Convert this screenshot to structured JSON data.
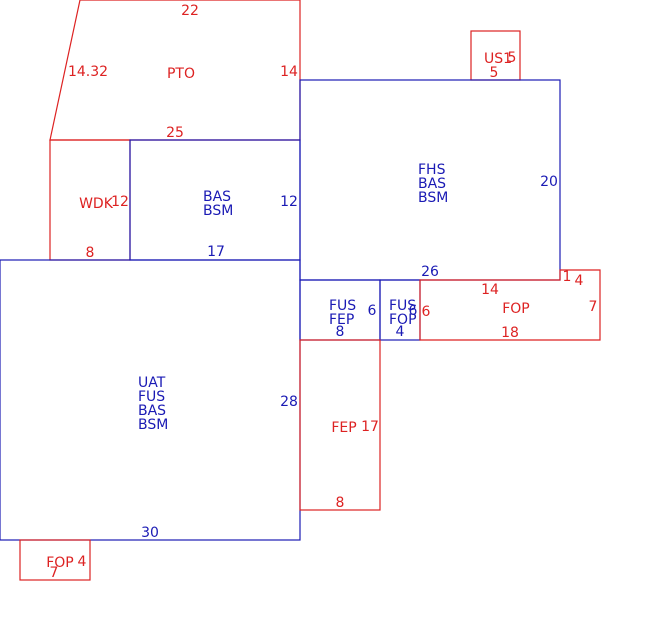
{
  "colors": {
    "red": "#dd2222",
    "blue": "#1a1ab4"
  },
  "rooms": {
    "pto": {
      "name": "PTO",
      "top": "22",
      "left": "14.32",
      "right": "14",
      "bottom": "25"
    },
    "us1": {
      "name": "US1",
      "tag": "5",
      "bottom": "5"
    },
    "fhs": {
      "lines": [
        "FHS",
        "BAS",
        "BSM"
      ],
      "right": "20",
      "bottom": "26"
    },
    "wdk": {
      "name": "WDK",
      "right": "12",
      "bottom": "8"
    },
    "bas": {
      "lines": [
        "BAS",
        "BSM"
      ],
      "right": "12",
      "bottom": "17"
    },
    "fus_fep": {
      "lines": [
        "FUS",
        "FEP"
      ],
      "right": "6",
      "bottom": "8"
    },
    "fus_fop": {
      "lines": [
        "FUS",
        "FOP"
      ],
      "right": "6",
      "bottom": "4"
    },
    "fop_right": {
      "name": "FOP",
      "top_a": "14",
      "top_b": "1",
      "top_c": "4",
      "left": "6",
      "right": "7",
      "bottom": "18"
    },
    "uat": {
      "lines": [
        "UAT",
        "FUS",
        "BAS",
        "BSM"
      ],
      "right": "28",
      "bottom": "30"
    },
    "fep": {
      "name": "FEP",
      "right": "17",
      "bottom": "8"
    },
    "fop_small": {
      "name": "FOP",
      "right": "4",
      "bottom": "7"
    }
  }
}
